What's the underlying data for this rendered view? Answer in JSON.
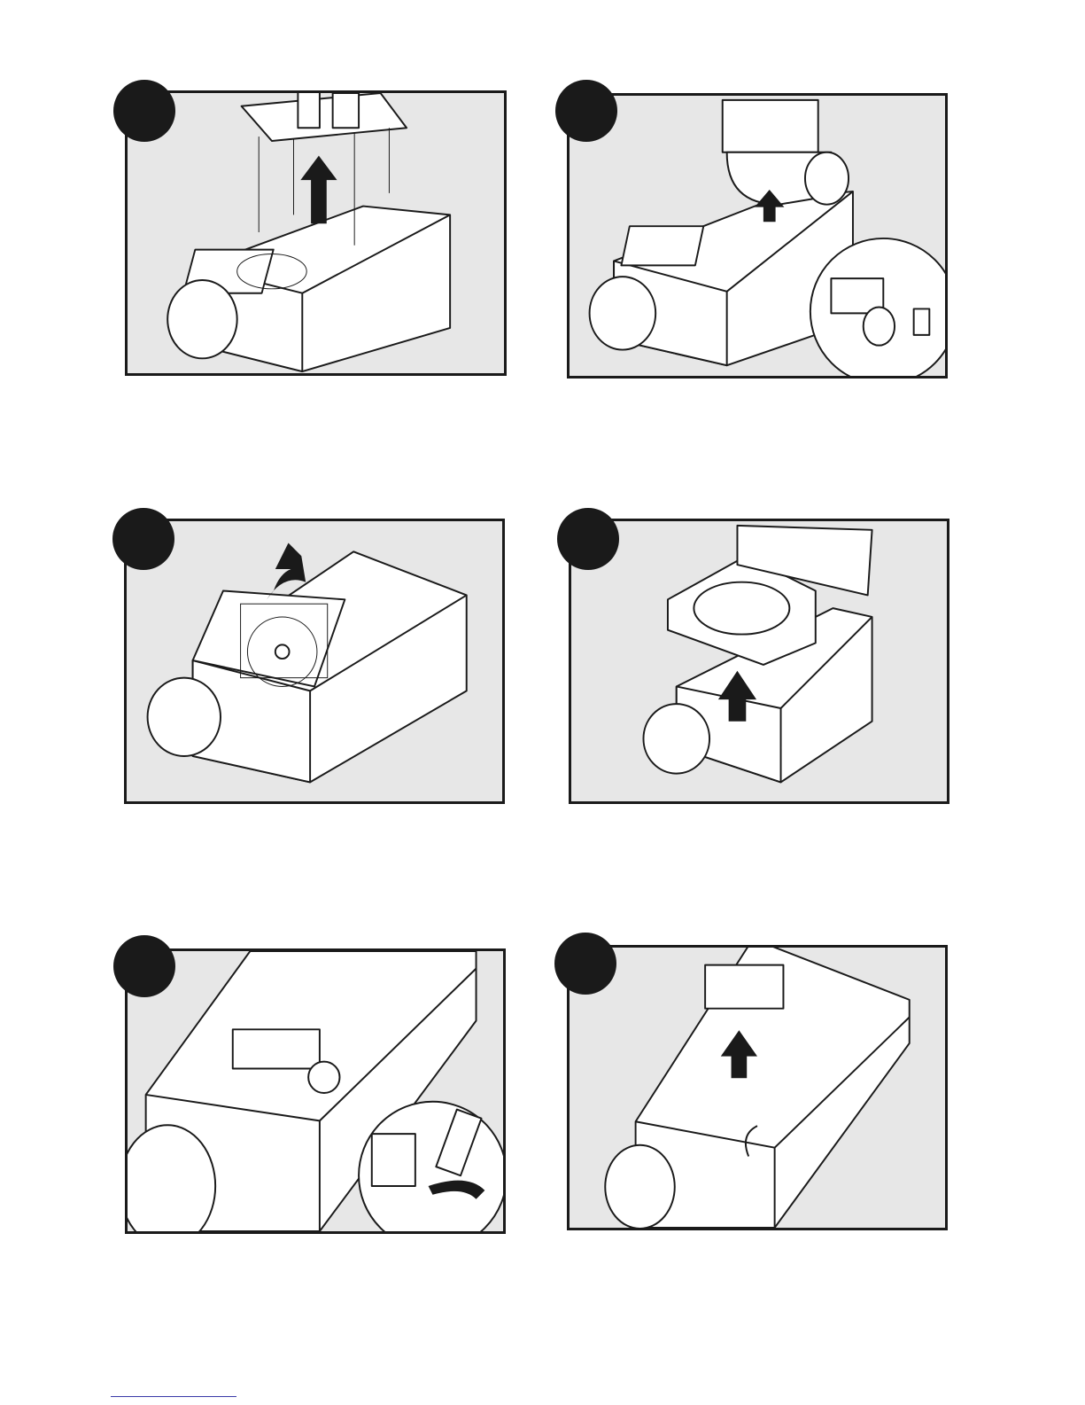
{
  "page": {
    "panels": [
      {
        "id": "panel-1",
        "scene": "motor-mounting-plate-lift"
      },
      {
        "id": "panel-2",
        "scene": "blower-assembly-lift"
      },
      {
        "id": "panel-3",
        "scene": "grille-removal"
      },
      {
        "id": "panel-4",
        "scene": "housing-insert-lift"
      },
      {
        "id": "panel-5",
        "scene": "receptacle-screw-removal"
      },
      {
        "id": "panel-6",
        "scene": "receptacle-lift"
      }
    ],
    "colors": {
      "panel_bg": "#e7e7e7",
      "ink": "#1a1a1a",
      "part": "#ffffff"
    }
  }
}
